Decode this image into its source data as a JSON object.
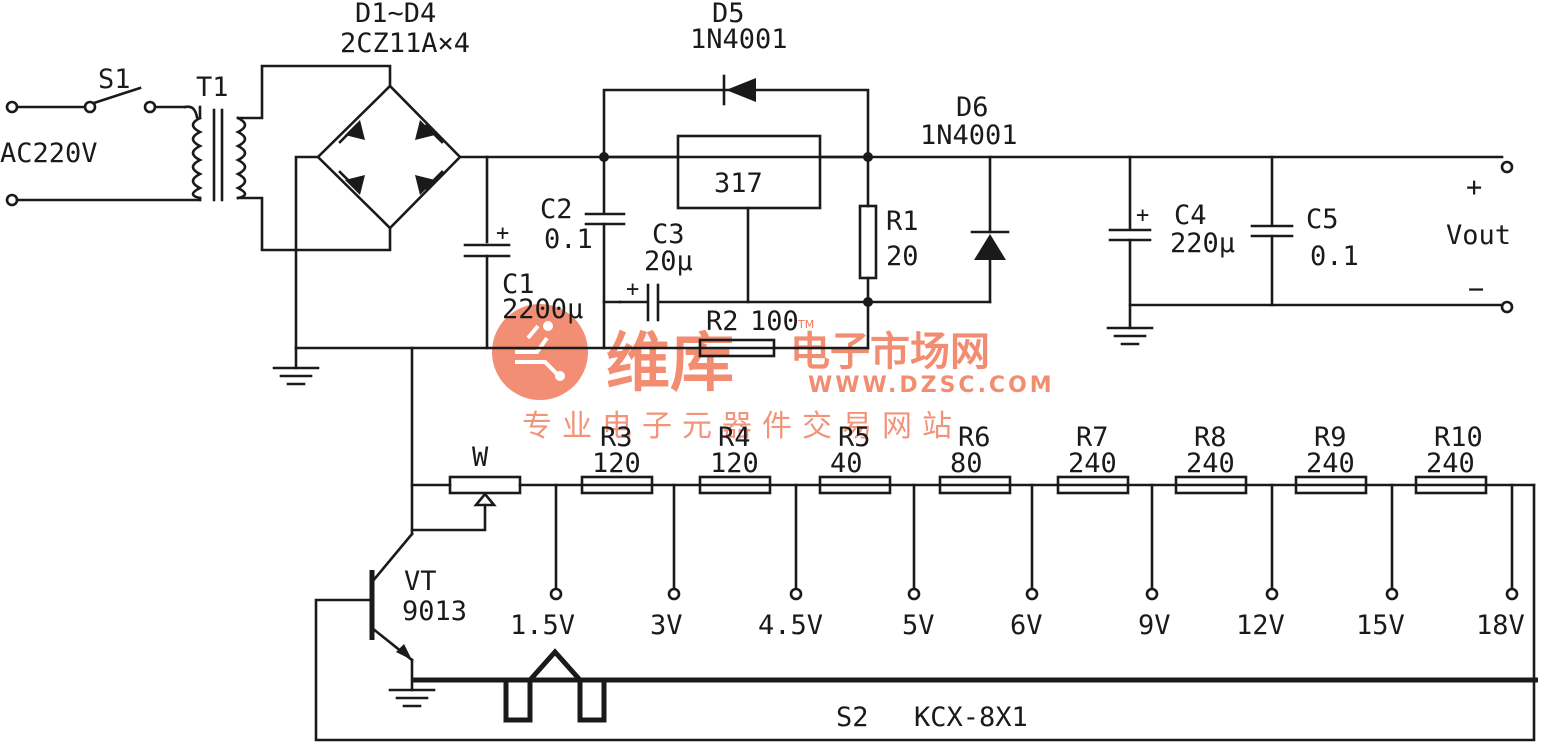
{
  "title": "",
  "switch_s1": {
    "name": "S1"
  },
  "input": {
    "label": "AC220V"
  },
  "transformer": {
    "name": "T1"
  },
  "bridge": {
    "name": "D1~D4",
    "part": "2CZ11A×4"
  },
  "diode_d5": {
    "name": "D5",
    "part": "1N4001"
  },
  "diode_d6": {
    "name": "D6",
    "part": "1N4001"
  },
  "regulator": {
    "label": "317"
  },
  "c1": {
    "name": "C1",
    "value": "2200μ"
  },
  "c2": {
    "name": "C2",
    "value": "0.1"
  },
  "c3": {
    "name": "C3",
    "value": "20μ"
  },
  "c4": {
    "name": "C4",
    "value": "220μ"
  },
  "c5": {
    "name": "C5",
    "value": "0.1"
  },
  "r1": {
    "name": "R1",
    "value": "20"
  },
  "r2": {
    "name": "R2",
    "value": "100"
  },
  "pot": {
    "name": "W"
  },
  "ladder": [
    {
      "name": "R3",
      "value": "120"
    },
    {
      "name": "R4",
      "value": "120"
    },
    {
      "name": "R5",
      "value": "40"
    },
    {
      "name": "R6",
      "value": "80"
    },
    {
      "name": "R7",
      "value": "240"
    },
    {
      "name": "R8",
      "value": "240"
    },
    {
      "name": "R9",
      "value": "240"
    },
    {
      "name": "R10",
      "value": "240"
    }
  ],
  "taps": [
    "1.5V",
    "3V",
    "4.5V",
    "5V",
    "6V",
    "9V",
    "12V",
    "15V",
    "18V"
  ],
  "transistor": {
    "name": "VT",
    "part": "9013"
  },
  "selector": {
    "name": "S2",
    "part": "KCX-8X1"
  },
  "output": {
    "label": "Vout",
    "plus": "+",
    "minus": "−"
  },
  "plus_mark": "+",
  "watermark": {
    "brand": "维库",
    "site": "电子市场网",
    "tm": "TM",
    "url": "WWW.DZSC.COM",
    "slogan": "专业电子元器件交易网站"
  }
}
